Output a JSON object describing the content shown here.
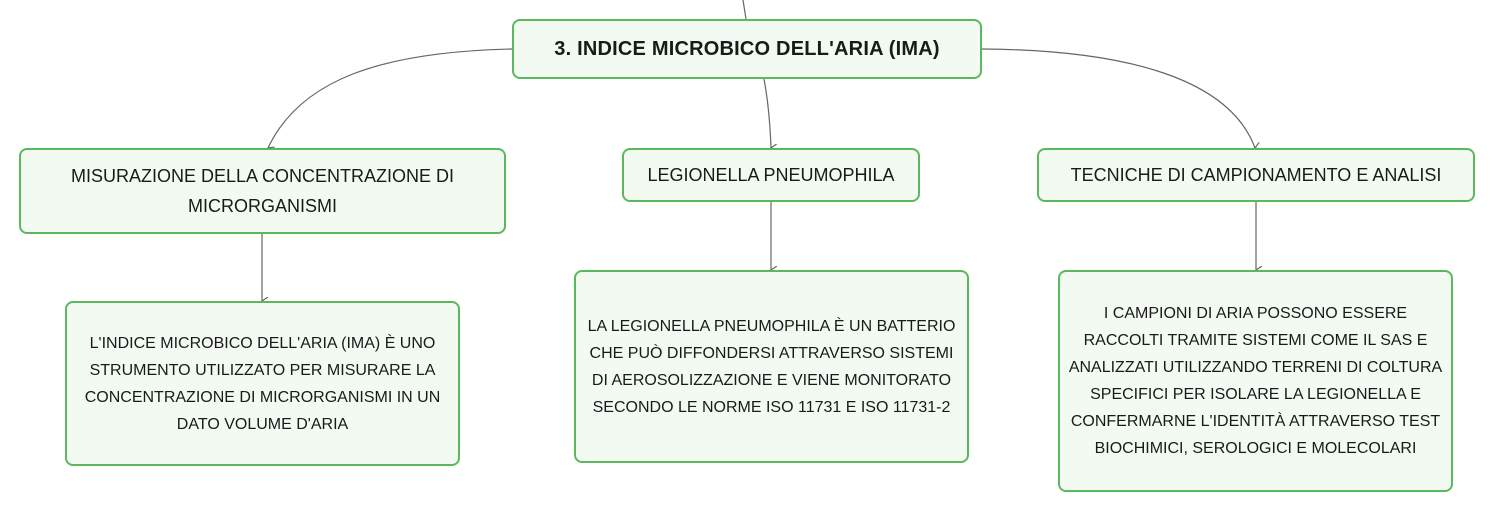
{
  "colors": {
    "node_border": "#5cb85c",
    "node_fill": "#f2faf2",
    "connector": "#666666",
    "text": "#1a1a1a"
  },
  "root": {
    "label": "3. INDICE MICROBICO DELL'ARIA (IMA)"
  },
  "branches": {
    "misurazione": {
      "label": "MISURAZIONE DELLA CONCENTRAZIONE DI MICRORGANISMI",
      "detail": "L'INDICE MICROBICO DELL'ARIA (IMA) È UNO STRUMENTO UTILIZZATO PER MISURARE LA CONCENTRAZIONE DI MICRORGANISMI IN UN DATO VOLUME D'ARIA"
    },
    "legionella": {
      "label": "LEGIONELLA PNEUMOPHILA",
      "detail": "LA LEGIONELLA PNEUMOPHILA È UN BATTERIO CHE PUÒ DIFFONDERSI ATTRAVERSO SISTEMI DI AEROSOLIZZAZIONE E VIENE MONITORATO SECONDO LE NORME ISO 11731 E ISO 11731-2"
    },
    "tecniche": {
      "label": "TECNICHE DI CAMPIONAMENTO E ANALISI",
      "detail": "I CAMPIONI DI ARIA POSSONO ESSERE RACCOLTI TRAMITE SISTEMI COME IL SAS E ANALIZZATI UTILIZZANDO TERRENI DI COLTURA SPECIFICI PER ISOLARE LA LEGIONELLA E CONFERMARNE L'IDENTITÀ ATTRAVERSO TEST BIOCHIMICI, SEROLOGICI E MOLECOLARI"
    }
  }
}
